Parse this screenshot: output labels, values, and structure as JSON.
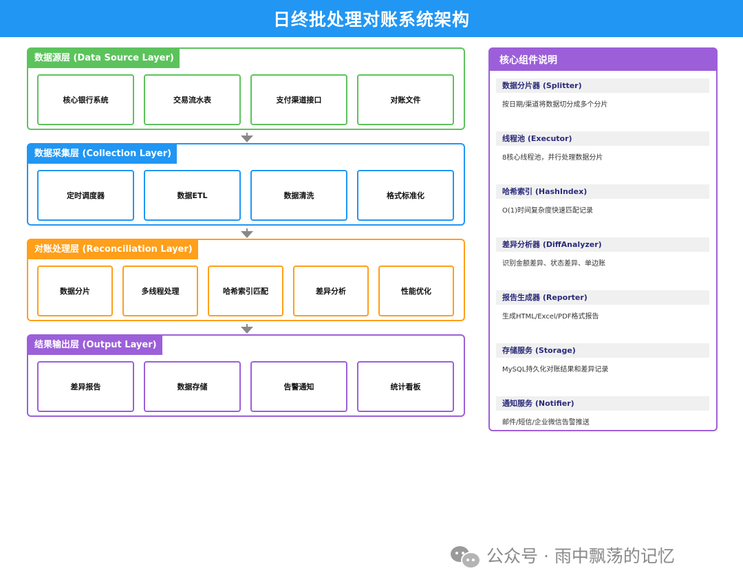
{
  "title": "日终批处理对账系统架构",
  "layers": [
    {
      "title": "数据源层 (Data Source Layer)",
      "color": "#5cc35c",
      "components": [
        "核心银行系统",
        "交易流水表",
        "支付渠道接口",
        "对账文件"
      ]
    },
    {
      "title": "数据采集层 (Collection Layer)",
      "color": "#2196f3",
      "components": [
        "定时调度器",
        "数据ETL",
        "数据清洗",
        "格式标准化"
      ]
    },
    {
      "title": "对账处理层 (Reconciliation Layer)",
      "color": "#ff9f1a",
      "components": [
        "数据分片",
        "多线程处理",
        "哈希索引匹配",
        "差异分析",
        "性能优化"
      ]
    },
    {
      "title": "结果输出层 (Output Layer)",
      "color": "#9c5fd9",
      "components": [
        "差异报告",
        "数据存储",
        "告警通知",
        "统计看板"
      ]
    }
  ],
  "legend": {
    "title": "核心组件说明",
    "color": "#9c5fd9",
    "items": [
      {
        "name": "数据分片器 (Splitter)",
        "desc": "按日期/渠道将数据切分成多个分片"
      },
      {
        "name": "线程池 (Executor)",
        "desc": "8核心线程池，并行处理数据分片"
      },
      {
        "name": "哈希索引 (HashIndex)",
        "desc": "O(1)时间复杂度快速匹配记录"
      },
      {
        "name": "差异分析器 (DiffAnalyzer)",
        "desc": "识别金额差异、状态差异、单边账"
      },
      {
        "name": "报告生成器 (Reporter)",
        "desc": "生成HTML/Excel/PDF格式报告"
      },
      {
        "name": "存储服务 (Storage)",
        "desc": "MySQL持久化对账结果和差异记录"
      },
      {
        "name": "通知服务 (Notifier)",
        "desc": "邮件/短信/企业微信告警推送"
      }
    ]
  },
  "watermark": {
    "text": "公众号 · 雨中飘荡的记忆",
    "icon": "wechat-icon"
  }
}
